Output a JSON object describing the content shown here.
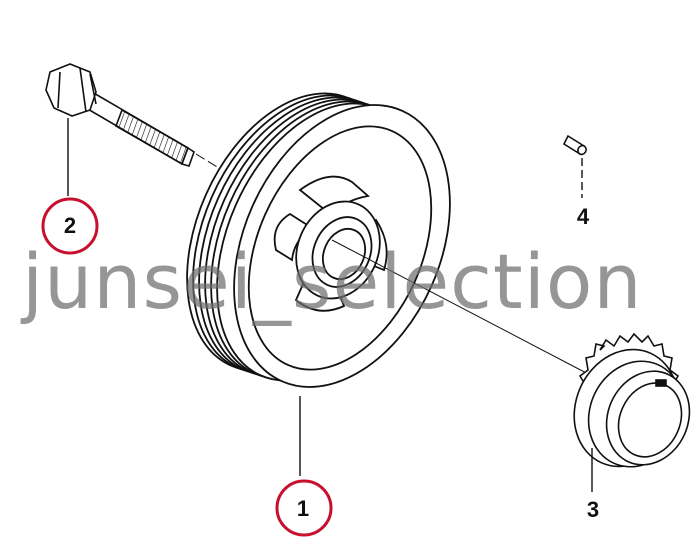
{
  "callouts": {
    "p1": "1",
    "p2": "2",
    "p3": "3",
    "p4": "4"
  },
  "watermark": "junsei_selection",
  "colors": {
    "line": "#111111",
    "highlight": "#c8102e",
    "watermark": "#6e6e6e"
  },
  "parts": [
    {
      "label": "1",
      "name": "pulley-icon"
    },
    {
      "label": "2",
      "name": "bolt-icon"
    },
    {
      "label": "3",
      "name": "sprocket-icon"
    },
    {
      "label": "4",
      "name": "pin-icon"
    }
  ]
}
